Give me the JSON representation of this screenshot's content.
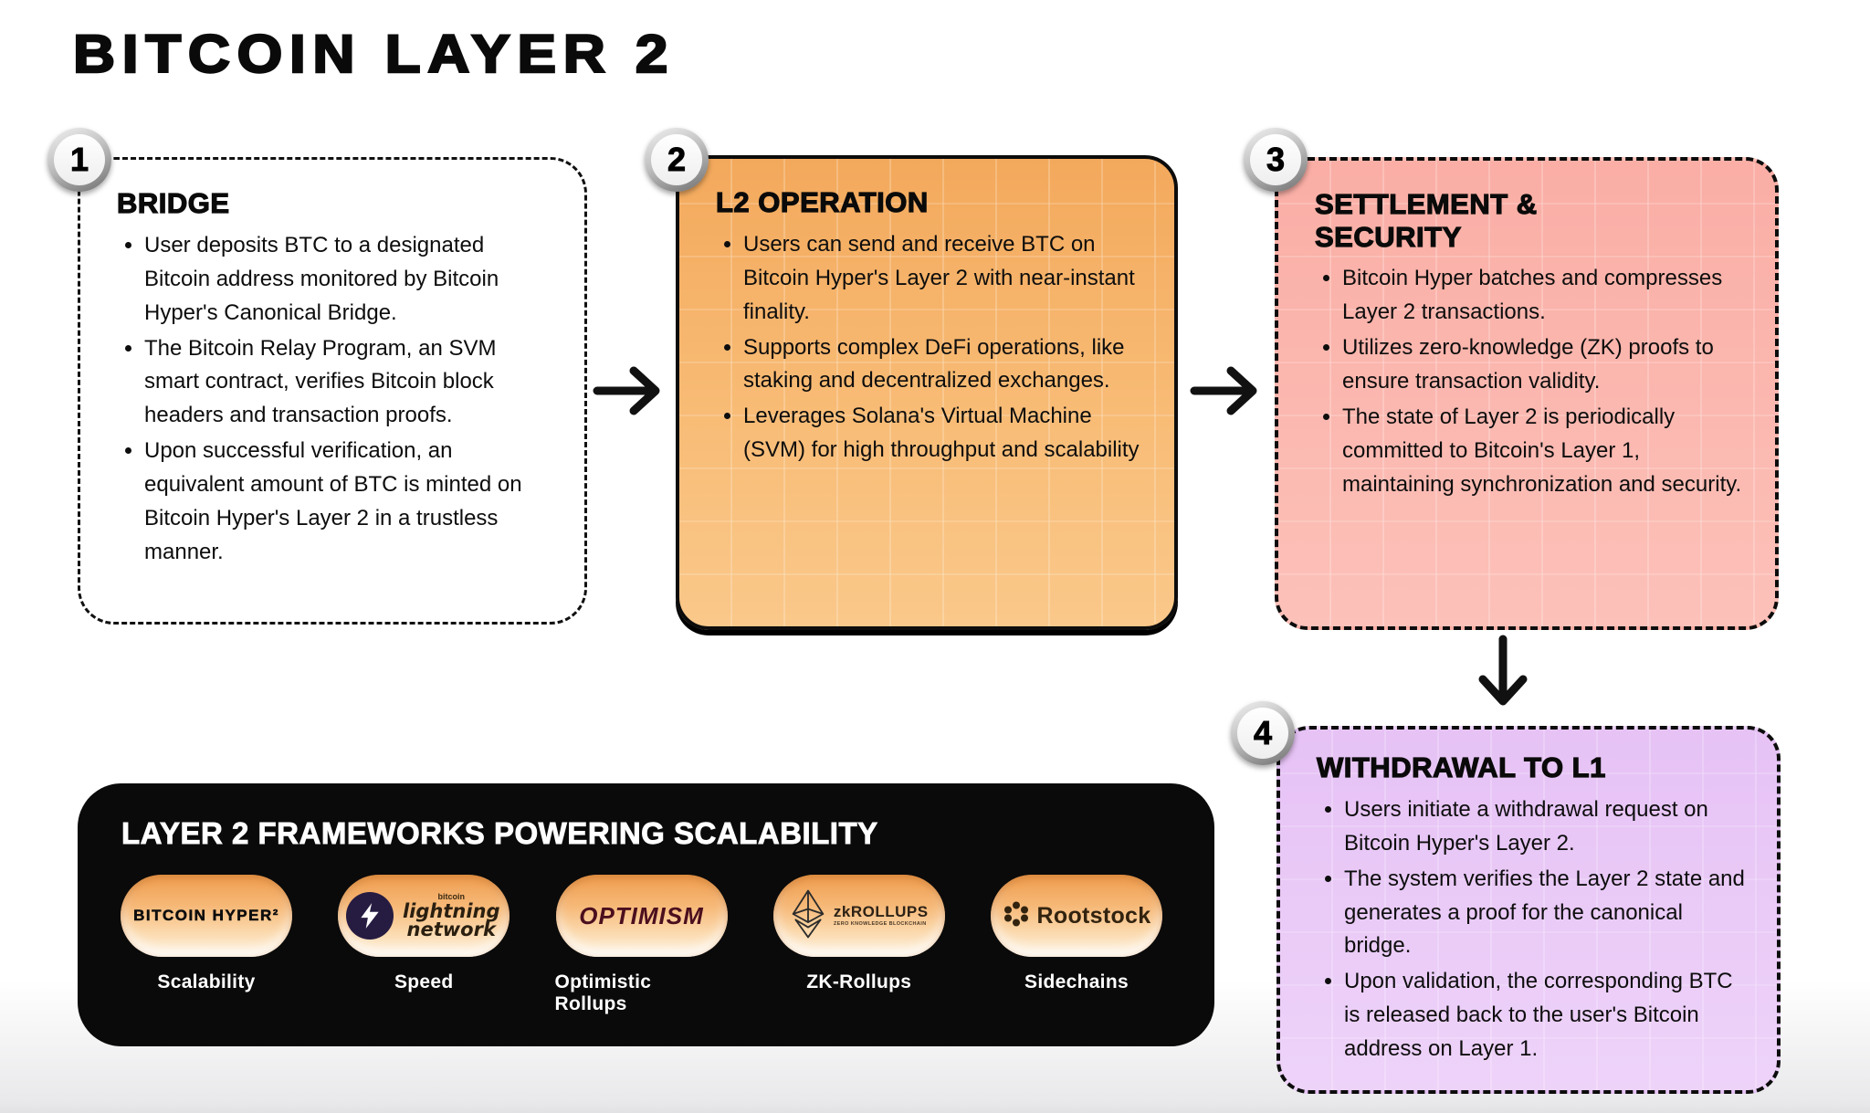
{
  "page": {
    "title": "BITCOIN LAYER 2"
  },
  "steps": [
    {
      "number": "1",
      "title": "BRIDGE",
      "bullets": [
        "User deposits BTC to a designated Bitcoin address monitored by Bitcoin Hyper's Canonical Bridge.",
        "The Bitcoin Relay Program, an SVM smart contract, verifies Bitcoin block headers and transaction proofs.",
        "Upon successful verification, an equivalent amount of BTC is minted on Bitcoin Hyper's Layer 2 in a trustless manner."
      ]
    },
    {
      "number": "2",
      "title": "L2 OPERATION",
      "bullets": [
        "Users can send and receive BTC on Bitcoin Hyper's Layer 2 with near-instant finality.",
        "Supports complex DeFi operations, like staking and decentralized exchanges.",
        "Leverages Solana's Virtual Machine (SVM) for high throughput and scalability"
      ]
    },
    {
      "number": "3",
      "title": "SETTLEMENT & SECURITY",
      "bullets": [
        "Bitcoin Hyper batches and compresses Layer 2 transactions.",
        "Utilizes zero-knowledge (ZK) proofs to ensure transaction validity.",
        "The state of Layer 2 is periodically committed to Bitcoin's Layer 1, maintaining synchronization and security."
      ]
    },
    {
      "number": "4",
      "title": "WITHDRAWAL TO L1",
      "bullets": [
        "Users initiate a withdrawal request on Bitcoin Hyper's Layer 2.",
        "The system verifies the Layer 2 state and generates a proof for the canonical bridge.",
        "Upon validation, the corresponding BTC is released back to the user's Bitcoin address on Layer 1."
      ]
    }
  ],
  "arrows": {
    "step1_to_step2": "arrow-right-icon",
    "step2_to_step3": "arrow-right-icon",
    "step3_to_step4": "arrow-down-icon"
  },
  "frameworks_panel": {
    "title": "LAYER 2 FRAMEWORKS POWERING SCALABILITY",
    "items": [
      {
        "logo_text": "BITCOIN HYPER²",
        "label": "Scalability"
      },
      {
        "logo_text": "lightning network",
        "logo_top_text": "bitcoin",
        "icon": "lightning-bolt-icon",
        "label": "Speed"
      },
      {
        "logo_text": "OPTIMISM",
        "label": "Optimistic Rollups"
      },
      {
        "logo_text": "zkROLLUPS",
        "logo_sub_text": "ZERO KNOWLEDGE BLOCKCHAIN",
        "icon": "ethereum-diamond-icon",
        "label": "ZK-Rollups"
      },
      {
        "logo_text": "Rootstock",
        "icon": "rootstock-flower-icon",
        "label": "Sidechains"
      }
    ]
  },
  "colors": {
    "step1_bg": "#FFFFFF",
    "step2_bg": "#F8BC76",
    "step3_bg": "#FBB9B1",
    "step4_bg": "#EACBF7",
    "panel_bg": "#0A0A0A",
    "pill_top": "#EF9D4E",
    "pill_bottom": "#FDF2E0",
    "text": "#0D0D0D"
  }
}
